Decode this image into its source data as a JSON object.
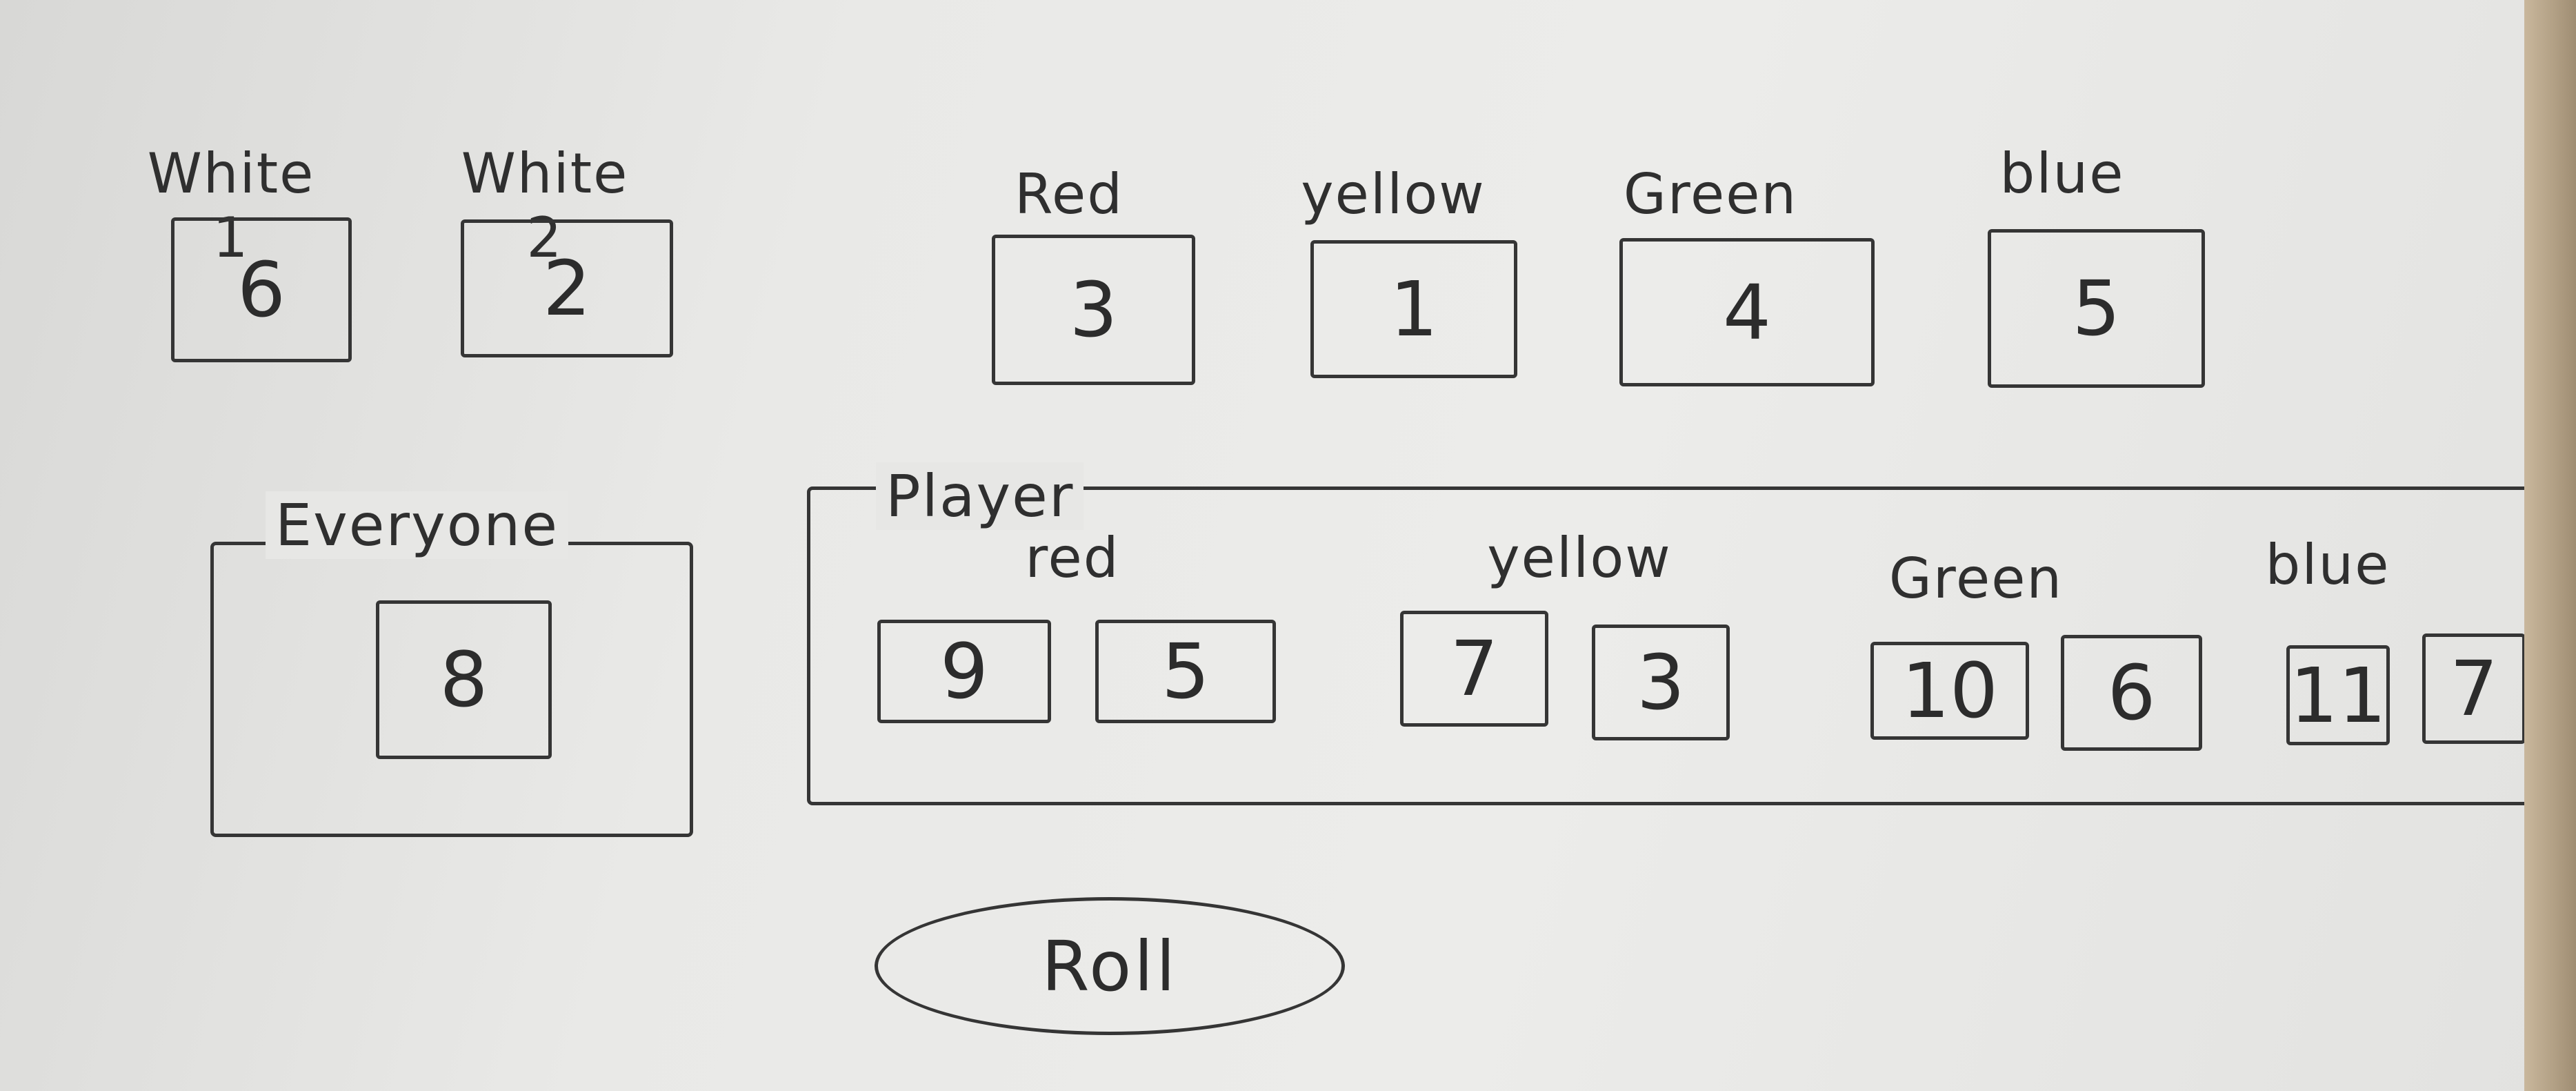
{
  "dice": [
    {
      "label": "White 1",
      "value": "6"
    },
    {
      "label": "White 2",
      "value": "2"
    },
    {
      "label": "Red",
      "value": "3"
    },
    {
      "label": "yellow",
      "value": "1"
    },
    {
      "label": "Green",
      "value": "4"
    },
    {
      "label": "blue",
      "value": "5"
    }
  ],
  "everyone": {
    "title": "Everyone",
    "value": "8"
  },
  "player": {
    "title": "Player",
    "groups": [
      {
        "label": "red",
        "values": [
          "9",
          "5"
        ]
      },
      {
        "label": "yellow",
        "values": [
          "7",
          "3"
        ]
      },
      {
        "label": "Green",
        "values": [
          "10",
          "6"
        ]
      },
      {
        "label": "blue",
        "values": [
          "11",
          "7"
        ]
      }
    ]
  },
  "roll_button": {
    "label": "Roll"
  }
}
